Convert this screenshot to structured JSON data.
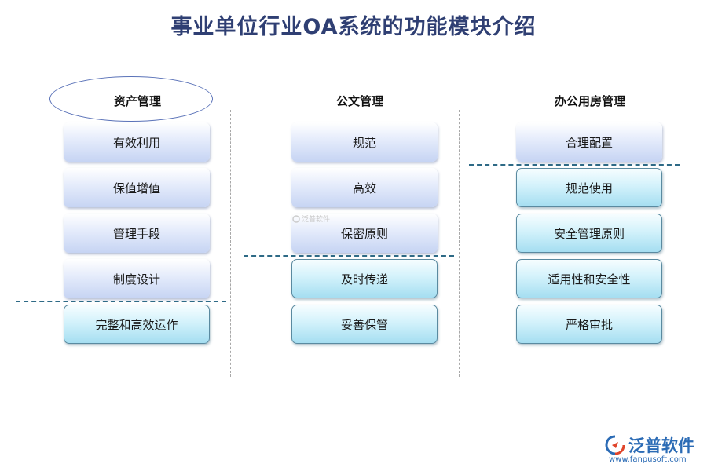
{
  "title": "事业单位行业OA系统的功能模块介绍",
  "columns": [
    {
      "header": "资产管理",
      "items": [
        "有效利用",
        "保值增值",
        "管理手段",
        "制度设计",
        "完整和高效运作"
      ]
    },
    {
      "header": "公文管理",
      "items": [
        "规范",
        "高效",
        "保密原则",
        "及时传递",
        "妥善保管"
      ]
    },
    {
      "header": "办公用房管理",
      "items": [
        "合理配置",
        "规范使用",
        "安全管理原则",
        "适用性和安全性",
        "严格审批"
      ]
    }
  ],
  "watermark": "泛普软件",
  "logo": {
    "text": "泛普软件",
    "url": "www.fanpusoft.com"
  },
  "colors": {
    "title": "#2f3f73",
    "box_blue": "#c6d4f3",
    "box_cyan": "#a5def1",
    "divider": "#2e6a86"
  }
}
